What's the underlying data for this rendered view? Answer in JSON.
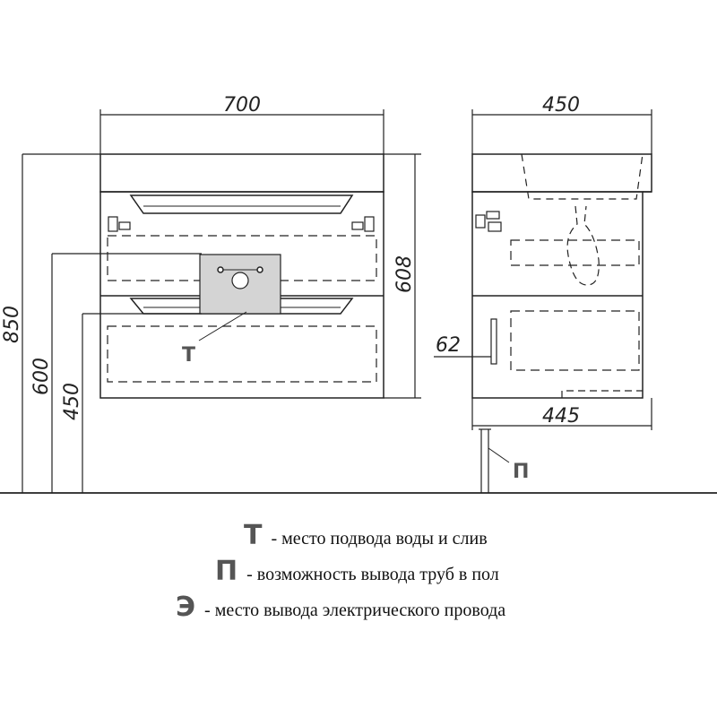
{
  "dimensions": {
    "width_front": "700",
    "depth_top": "450",
    "height_total": "850",
    "height_body": "608",
    "height_600": "600",
    "height_450": "450",
    "offset_62": "62",
    "depth_bottom": "445"
  },
  "markers": {
    "t": "Т",
    "p": "П"
  },
  "legend": [
    {
      "letter": "Т",
      "text": "- место подвода воды и слив"
    },
    {
      "letter": "П",
      "text": "- возможность вывода труб в пол"
    },
    {
      "letter": "Э",
      "text": "-   место вывода электрического провода"
    }
  ],
  "colors": {
    "line": "#222222",
    "marker": "#555555",
    "service_area": "#d4d4d4"
  }
}
